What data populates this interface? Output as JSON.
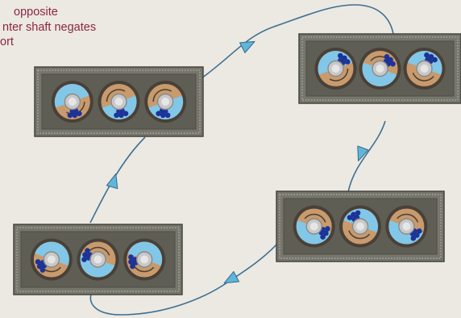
{
  "caption": {
    "lines": [
      "opposite",
      "nter shaft negates",
      "ort"
    ]
  },
  "colors": {
    "background": "#ebe9e2",
    "caption": "#8f2445",
    "plate": "#76766c",
    "plate_inner": "#5e5e55",
    "plate_edge": "#45453f",
    "rim": "#494038",
    "disc_blue": "#82c7e7",
    "disc_tan": "#c89a6c",
    "hub": "#c8c8c8",
    "balls": "#1c3398",
    "curve": "#3f6f91",
    "arrow": "#5eb7d9"
  },
  "icons": {
    "disc": "rotating-disc-icon",
    "balls": "ball-cluster-icon",
    "direction": "triangle-arrow-icon"
  }
}
